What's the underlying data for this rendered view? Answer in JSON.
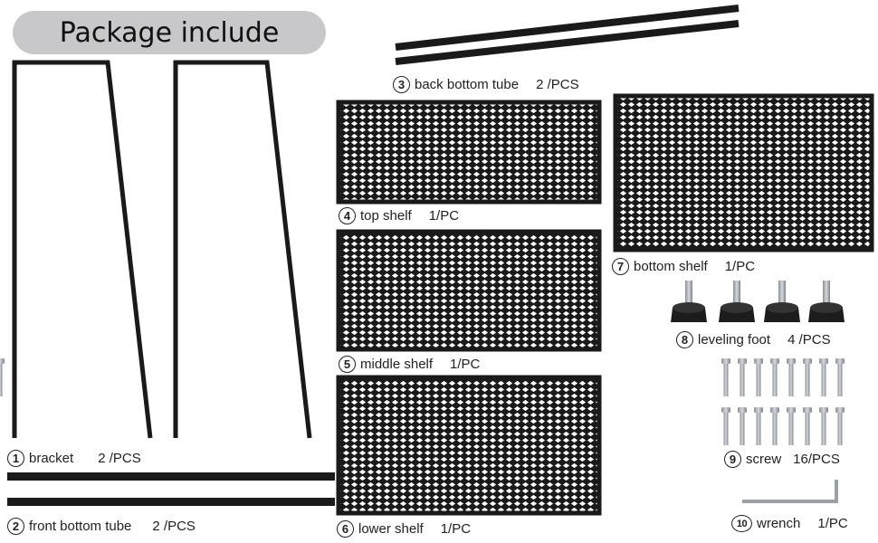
{
  "title": "Package include",
  "parts": [
    {
      "number": "1",
      "name": "bracket",
      "quantity": "2 /PCS"
    },
    {
      "number": "2",
      "name": "front bottom tube",
      "quantity": "2 /PCS"
    },
    {
      "number": "3",
      "name": "back bottom tube",
      "quantity": "2 /PCS"
    },
    {
      "number": "4",
      "name": "top shelf",
      "quantity": "1/PC"
    },
    {
      "number": "5",
      "name": "middle shelf",
      "quantity": "1/PC"
    },
    {
      "number": "6",
      "name": "lower shelf",
      "quantity": "1/PC"
    },
    {
      "number": "7",
      "name": "bottom shelf",
      "quantity": "1/PC"
    },
    {
      "number": "8",
      "name": "leveling foot",
      "quantity": "4 /PCS"
    },
    {
      "number": "9",
      "name": "screw",
      "quantity": "16/PCS"
    },
    {
      "number": "10",
      "name": "wrench",
      "quantity": "1/PC"
    }
  ],
  "colors": {
    "frame": "#1a1a1a",
    "pill": "#c8c8ca",
    "mesh_bg": "#ffffff"
  }
}
